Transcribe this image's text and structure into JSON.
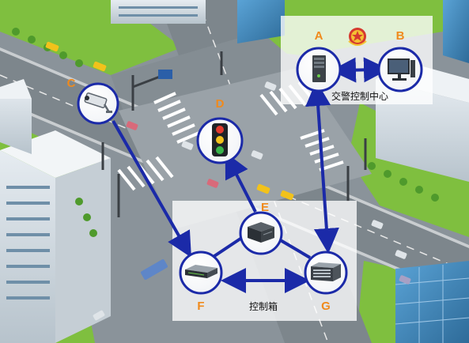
{
  "nodes": {
    "A": "A",
    "B": "B",
    "C": "C",
    "D": "D",
    "E": "E",
    "F": "F",
    "G": "G"
  },
  "captions": {
    "control_center": "交警控制中心",
    "control_box": "控制箱"
  },
  "colors": {
    "letter": "#f08a1c",
    "arrow": "#1b2aa8",
    "grass": "#7fbf3f",
    "road": "#7d868c",
    "zebra": "#ffffff"
  },
  "icons": {
    "A": "server-tower-icon",
    "B": "desktop-computer-icon",
    "C": "surveillance-camera-icon",
    "D": "traffic-light-icon",
    "E": "network-switch-icon",
    "F": "router-icon",
    "G": "patch-panel-switch-icon",
    "badge": "police-badge-icon"
  }
}
